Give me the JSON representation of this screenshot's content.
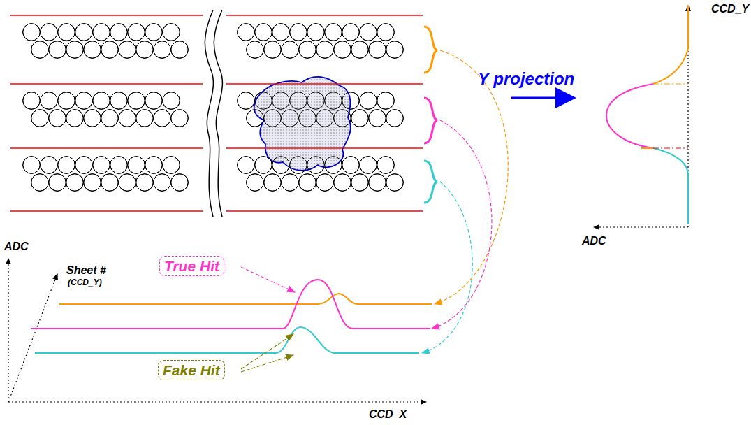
{
  "diagram": {
    "nodes": [
      {
        "text": [
          "True Hit"
        ]
      },
      {
        "text": [
          "Fake Hit"
        ]
      }
    ],
    "labels": [
      "CCD_Y",
      "Y projection",
      "ADC",
      "ADC",
      "Sheet #",
      "(CCD_Y)",
      "CCD_X"
    ]
  }
}
